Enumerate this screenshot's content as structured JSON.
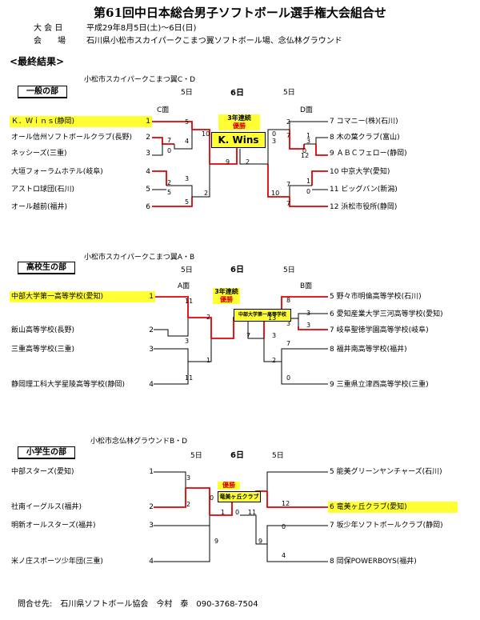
{
  "title": "第61回中日本総合男子ソフトボール選手権大会組合せ",
  "info": {
    "date_label": "大 会 日",
    "date_value": "平成29年8月5日(土)〜6日(日)",
    "venue_label": "会　　場",
    "venue_value": "石川県小松市スカイパークこまつ翼ソフトボール場、念仏林グラウンド"
  },
  "results_heading": "<最終結果>",
  "sections": [
    {
      "label": "一般の部",
      "venue": "小松市スカイパークこまつ翼C・D",
      "day5_left": "5日",
      "day6": "6日",
      "day5_right": "5日",
      "court_left": "C面",
      "court_right": "D面",
      "streak": "3年連続",
      "winner_word": "優勝",
      "champion": "K. Wins",
      "left": [
        {
          "name": "Ｋ．Ｗｉｎｓ(静岡)",
          "num": "1"
        },
        {
          "name": "オール信州ソフトボールクラブ(長野)",
          "num": "2"
        },
        {
          "name": "ネッシーズ(三重)",
          "num": "3"
        },
        {
          "name": "大垣フォーラムホテル(岐阜)",
          "num": "4"
        },
        {
          "name": "アストロ球団(石川)",
          "num": "5"
        },
        {
          "name": "オール越前(福井)",
          "num": "6"
        }
      ],
      "right": [
        {
          "num": "7",
          "name": "コマニー(株)(石川)"
        },
        {
          "num": "8",
          "name": "木の葉クラブ(富山)"
        },
        {
          "num": "9",
          "name": "ＡＢＣフェロー(静岡)"
        },
        {
          "num": "10",
          "name": "中京大学(愛知)"
        },
        {
          "num": "11",
          "name": "ビッグバン(新潟)"
        },
        {
          "num": "12",
          "name": "浜松市役所(静岡)"
        }
      ],
      "scores": [
        "5",
        "7",
        "0",
        "4",
        "3",
        "2",
        "5",
        "5",
        "2",
        "10",
        "9",
        "2",
        "0",
        "3",
        "2",
        "7",
        "1",
        "3",
        "0",
        "12",
        "7",
        "1",
        "0",
        "10",
        "7"
      ]
    },
    {
      "label": "高校生の部",
      "venue": "小松市スカイパークこまつ翼A・B",
      "day5_left": "5日",
      "day6": "6日",
      "day5_right": "5日",
      "court_left": "A面",
      "court_right": "B面",
      "streak": "3年連続",
      "winner_word": "優勝",
      "champion": "中部大学第一高等学校",
      "left": [
        {
          "name": "中部大学第一高等学校(愛知)",
          "num": "1"
        },
        {
          "name": "飯山高等学校(長野)",
          "num": "2"
        },
        {
          "name": "三重高等学校(三重)",
          "num": "3"
        },
        {
          "name": "静岡理工科大学星陵高等学校(静岡)",
          "num": "4"
        }
      ],
      "right": [
        {
          "num": "5",
          "name": "野々市明倫高等学校(石川)"
        },
        {
          "num": "6",
          "name": "愛知産業大学三河高等学校(愛知)"
        },
        {
          "num": "7",
          "name": "岐阜聖徳学園高等学校(岐阜)"
        },
        {
          "num": "8",
          "name": "福井南高等学校(福井)"
        },
        {
          "num": "9",
          "name": "三重県立津西高等学校(三重)"
        }
      ],
      "scores": [
        "11",
        "3",
        "2",
        "1",
        "11",
        "7",
        "3",
        "13",
        "8",
        "3",
        "3",
        "3",
        "7",
        "2",
        "0"
      ]
    },
    {
      "label": "小学生の部",
      "venue": "小松市念仏林グラウンドB・D",
      "day5_left": "5日",
      "day6": "6日",
      "day5_right": "5日",
      "winner_word": "優勝",
      "champion": "竜美ヶ丘クラブ",
      "left": [
        {
          "name": "中部スターズ(愛知)",
          "num": "1"
        },
        {
          "name": "社南イーグルス(福井)",
          "num": "2"
        },
        {
          "name": "明新オールスターズ(福井)",
          "num": "3"
        },
        {
          "name": "米ノ庄スポーツ少年団(三重)",
          "num": "4"
        }
      ],
      "right": [
        {
          "num": "5",
          "name": "能美グリーンヤンチャーズ(石川)"
        },
        {
          "num": "6",
          "name": "竜美ヶ丘クラブ(愛知)"
        },
        {
          "num": "7",
          "name": "坂少年ソフトボールクラブ(静岡)"
        },
        {
          "num": "8",
          "name": "岡保POWERBOYS(福井)"
        }
      ],
      "scores": [
        "3",
        "2",
        "0",
        "1",
        "9",
        "0",
        "11",
        "9",
        "12",
        "0",
        "4"
      ]
    }
  ],
  "contact": "問合せ先:　石川県ソフトボール協会　今村　泰　090-3768-7504",
  "colors": {
    "win_line": "#e00000",
    "highlight": "#ffff33",
    "text": "#000000"
  }
}
